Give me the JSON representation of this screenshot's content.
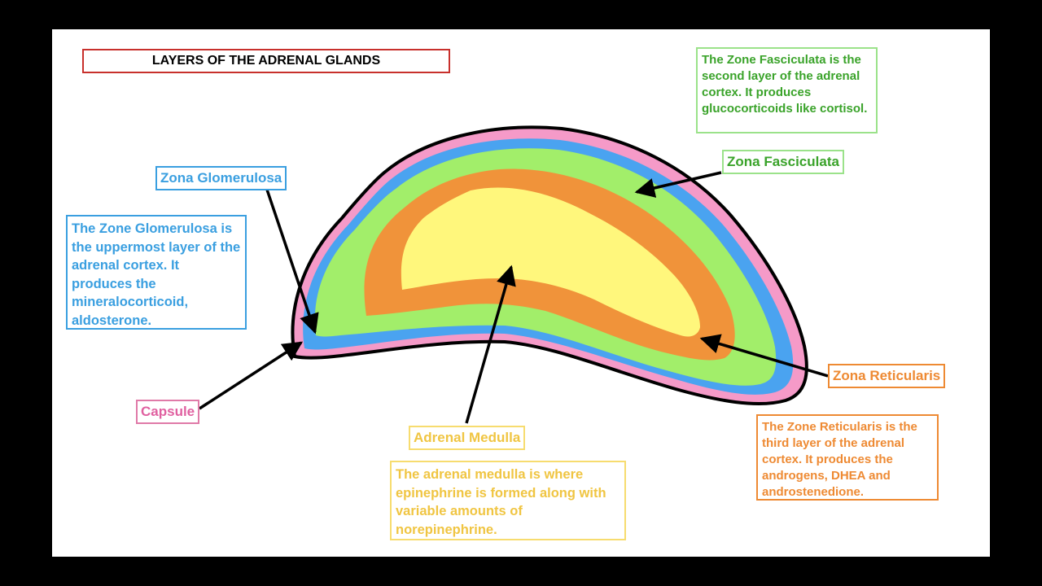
{
  "title": "LAYERS OF THE ADRENAL GLANDS",
  "colors": {
    "background": "#000000",
    "slide": "#ffffff",
    "title_border": "#c8302c",
    "capsule": "#f59ac8",
    "glomerulosa": "#4aa3f0",
    "fasciculata": "#a2ee6a",
    "reticularis": "#f0933a",
    "medulla": "#fff77c",
    "outline": "#000000"
  },
  "labels": {
    "zona_glomerulosa": "Zona Glomerulosa",
    "zona_fasciculata": "Zona Fasciculata",
    "zona_reticularis": "Zona Reticularis",
    "adrenal_medulla": "Adrenal Medulla",
    "capsule": "Capsule"
  },
  "descriptions": {
    "zona_glomerulosa": "The Zone Glomerulosa is the uppermost layer of the adrenal cortex. It produces the mineralocorticoid, aldosterone.",
    "zona_fasciculata": "The Zone Fasciculata is the second layer of the adrenal cortex. It produces glucocorticoids like cortisol.",
    "zona_reticularis": "The Zone Reticularis is the third layer of the adrenal cortex. It produces the androgens, DHEA and androstenedione.",
    "adrenal_medulla": "The adrenal medulla is where epinephrine is formed along with variable amounts of norepinephrine."
  }
}
